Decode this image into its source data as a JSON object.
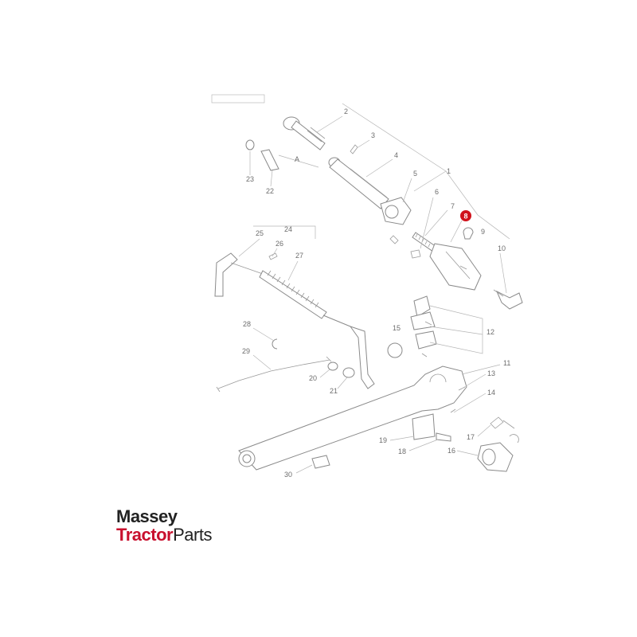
{
  "diagram": {
    "reference_code": "",
    "callouts": [
      "1",
      "2",
      "3",
      "4",
      "5",
      "6",
      "7",
      "8",
      "9",
      "10",
      "11",
      "12",
      "13",
      "14",
      "15",
      "16",
      "17",
      "18",
      "19",
      "20",
      "21",
      "22",
      "23",
      "24",
      "25",
      "26",
      "27",
      "28",
      "29",
      "30",
      "A"
    ],
    "highlighted_callout": "8",
    "highlight_color": "#d0121b",
    "line_color": "#8a8a8a"
  },
  "logo": {
    "line1": "Massey",
    "line2_a": "Tractor",
    "line2_b": "Parts",
    "accent_color": "#c8102e",
    "text_color": "#222222"
  }
}
